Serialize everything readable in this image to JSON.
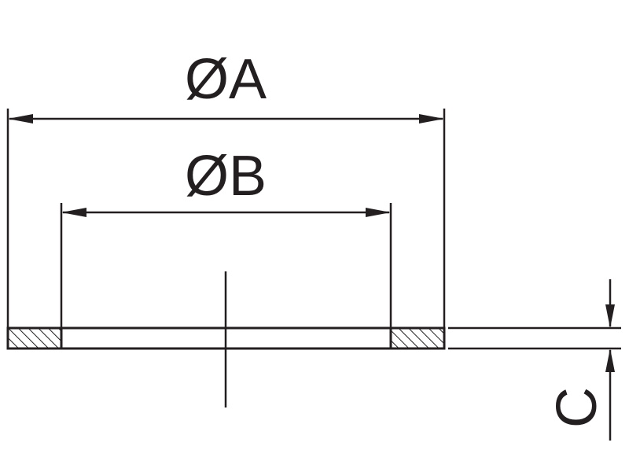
{
  "labels": {
    "outer_diameter": "ØA",
    "inner_diameter": "ØB",
    "thickness": "C"
  },
  "colors": {
    "ink": "#231f20",
    "background": "#ffffff"
  }
}
